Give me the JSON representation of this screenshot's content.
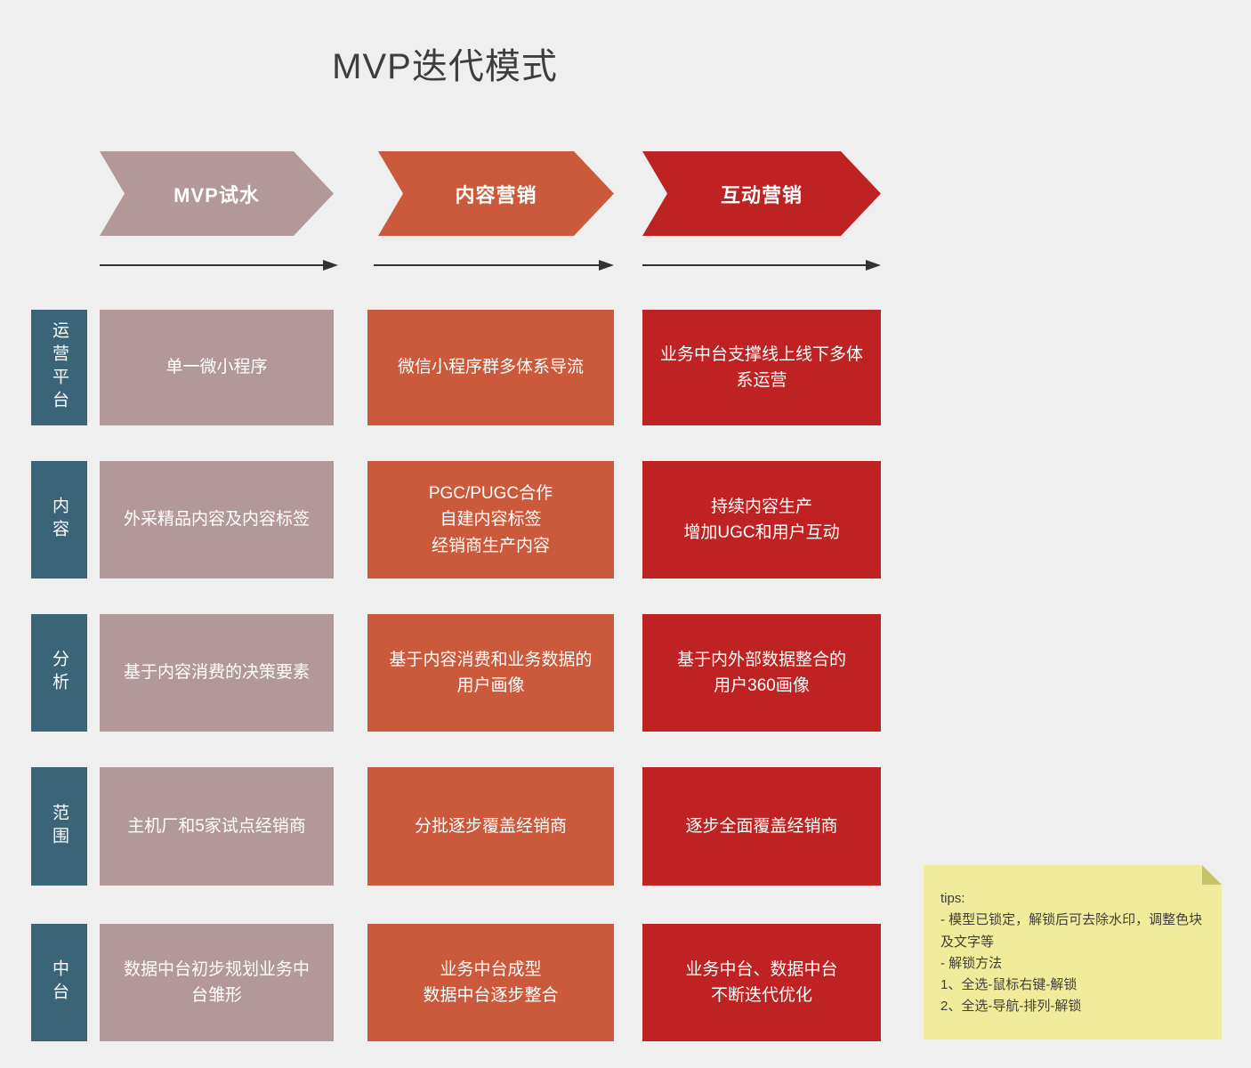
{
  "title": "MVP迭代模式",
  "columns": [
    {
      "id": "mvp-trial",
      "label": "MVP试水",
      "color": "#b29899"
    },
    {
      "id": "content-mkt",
      "label": "内容营销",
      "color": "#cb5a3c"
    },
    {
      "id": "interact-mkt",
      "label": "互动营销",
      "color": "#be2222"
    }
  ],
  "rows": [
    {
      "label": "运营平台",
      "cells": [
        "单一微小程序",
        "微信小程序群多体系导流",
        "业务中台支撑线上线下多体\n系运营"
      ]
    },
    {
      "label": "内容",
      "cells": [
        "外采精品内容及内容标签",
        "PGC/PUGC合作\n自建内容标签\n经销商生产内容",
        "持续内容生产\n增加UGC和用户互动"
      ]
    },
    {
      "label": "分析",
      "cells": [
        "基于内容消费的决策要素",
        "基于内容消费和业务数据的\n用户画像",
        "基于内外部数据整合的\n用户360画像"
      ]
    },
    {
      "label": "范围",
      "cells": [
        "主机厂和5家试点经销商",
        "分批逐步覆盖经销商",
        "逐步全面覆盖经销商"
      ]
    },
    {
      "label": "中台",
      "cells": [
        "数据中台初步规划业务中\n台雏形",
        "业务中台成型\n数据中台逐步整合",
        "业务中台、数据中台\n不断迭代优化"
      ]
    }
  ],
  "note": {
    "text": "tips:\n- 模型已锁定，解锁后可去除水印，调整色块及文字等\n- 解锁方法\n1、全选-鼠标右键-解锁\n2、全选-导航-排列-解锁"
  },
  "colors": {
    "background": "#f0efef",
    "row_label": "#3a6477",
    "stage1": "#b29899",
    "stage2": "#cb5a3c",
    "stage3": "#be2222",
    "arrow_line": "#333333",
    "note_bg": "#f0ec9b",
    "note_fold": "#c6c368"
  }
}
